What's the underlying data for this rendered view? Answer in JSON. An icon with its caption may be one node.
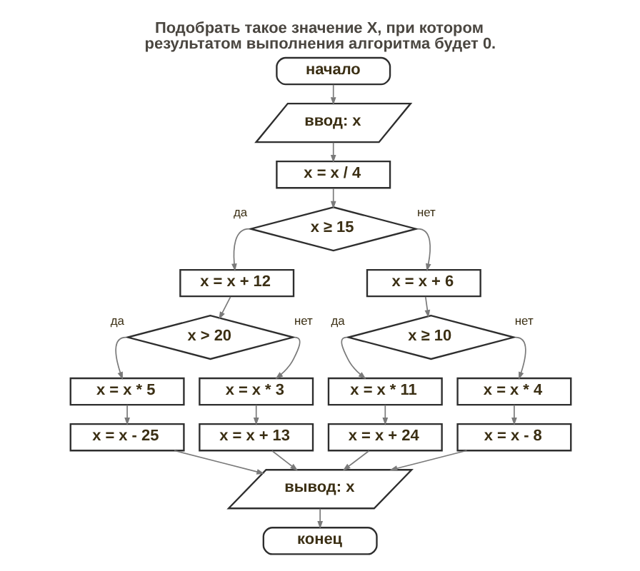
{
  "diagram": {
    "title": "Подобрать такое значение X, при котором результатом выполнения алгоритма будет 0.",
    "nodes": [
      {
        "text": [
          "начало"
        ]
      },
      {
        "text": [
          "ввод: x"
        ]
      },
      {
        "text": [
          "x = x / 4"
        ]
      },
      {
        "text": [
          "x ≥ 15"
        ]
      },
      {
        "text": [
          "x = x + 12"
        ]
      },
      {
        "text": [
          "x = x + 6"
        ]
      },
      {
        "text": [
          "x > 20"
        ]
      },
      {
        "text": [
          "x ≥ 10"
        ]
      },
      {
        "text": [
          "x = x * 5"
        ]
      },
      {
        "text": [
          "x = x * 3"
        ]
      },
      {
        "text": [
          "x = x * 11"
        ]
      },
      {
        "text": [
          "x = x * 4"
        ]
      },
      {
        "text": [
          "x = x - 25"
        ]
      },
      {
        "text": [
          "x = x + 13"
        ]
      },
      {
        "text": [
          "x = x + 24"
        ]
      },
      {
        "text": [
          "x = x - 8"
        ]
      },
      {
        "text": [
          "вывод: x"
        ]
      },
      {
        "text": [
          "конец"
        ]
      }
    ],
    "edges": [
      {
        "from": 0,
        "to": 1,
        "arrow": "to"
      },
      {
        "from": 1,
        "to": 2,
        "arrow": "to"
      },
      {
        "from": 2,
        "to": 3,
        "arrow": "to"
      },
      {
        "from": 3,
        "to": 4,
        "label": "да",
        "arrow": "to"
      },
      {
        "from": 3,
        "to": 5,
        "label": "нет",
        "arrow": "to"
      },
      {
        "from": 4,
        "to": 6,
        "arrow": "to"
      },
      {
        "from": 5,
        "to": 7,
        "arrow": "to"
      },
      {
        "from": 6,
        "to": 8,
        "label": "да",
        "arrow": "to"
      },
      {
        "from": 6,
        "to": 9,
        "label": "нет",
        "arrow": "to"
      },
      {
        "from": 7,
        "to": 10,
        "label": "да",
        "arrow": "to"
      },
      {
        "from": 7,
        "to": 11,
        "label": "нет",
        "arrow": "to"
      },
      {
        "from": 8,
        "to": 12,
        "arrow": "to"
      },
      {
        "from": 9,
        "to": 13,
        "arrow": "to"
      },
      {
        "from": 10,
        "to": 14,
        "arrow": "to"
      },
      {
        "from": 11,
        "to": 15,
        "arrow": "to"
      },
      {
        "from": 12,
        "to": 16,
        "arrow": "to"
      },
      {
        "from": 13,
        "to": 16,
        "arrow": "to"
      },
      {
        "from": 14,
        "to": 16,
        "arrow": "to"
      },
      {
        "from": 15,
        "to": 16,
        "arrow": "to"
      },
      {
        "from": 16,
        "to": 17,
        "arrow": "to"
      }
    ]
  }
}
